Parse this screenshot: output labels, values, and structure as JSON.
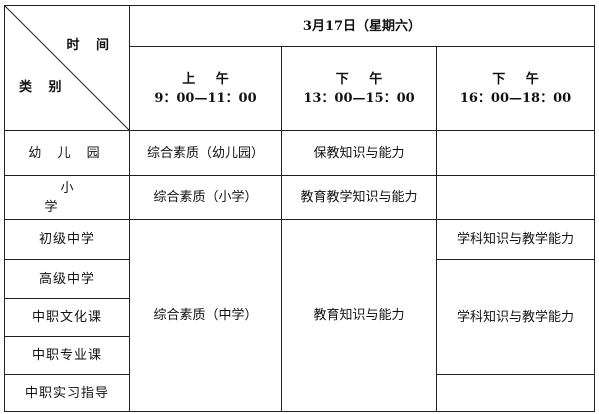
{
  "header": {
    "corner_time": "时 间",
    "corner_category": "类 别",
    "date": "3月17日（星期六）",
    "sessions": [
      {
        "label": "上 午",
        "time": "9：00—11：00"
      },
      {
        "label": "下 午",
        "time": "13：00—15：00"
      },
      {
        "label": "下 午",
        "time": "16：00—18：00"
      }
    ]
  },
  "categories": [
    "幼 儿 园",
    "小 学",
    "初级中学",
    "高级中学",
    "中职文化课",
    "中职专业课",
    "中职实习指导"
  ],
  "subjects": {
    "kindergarten_morning": "综合素质（幼儿园）",
    "kindergarten_afternoon": "保教知识与能力",
    "primary_morning": "综合素质（小学）",
    "primary_afternoon": "教育教学知识与能力",
    "middle_morning": "综合素质（中学）",
    "middle_afternoon": "教育知识与能力",
    "junior_evening": "学科知识与教学能力",
    "senior_evening": "学科知识与教学能力"
  }
}
